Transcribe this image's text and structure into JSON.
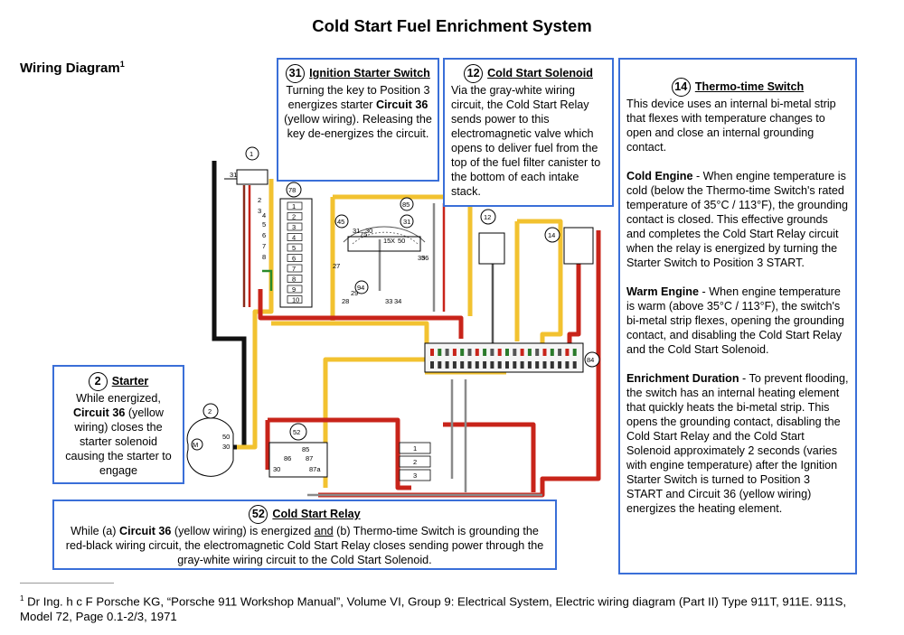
{
  "title": "Cold Start Fuel Enrichment System",
  "subtitle": "Wiring Diagram",
  "subtitle_ref": "1",
  "ignition": {
    "num": "31",
    "heading": "Ignition Starter Switch",
    "t1": "Turning the key to Position 3 energizes starter ",
    "b1": "Circuit 36",
    "t2": " (yellow wiring). Releasing the key de-energizes the circuit."
  },
  "solenoid": {
    "num": "12",
    "heading": "Cold Start Solenoid",
    "text": "Via the gray-white wiring circuit, the Cold Start Relay sends power to this electromagnetic valve which opens to deliver fuel from the top of the fuel filter canister to the bottom of each intake stack."
  },
  "thermo": {
    "num": "14",
    "heading": "Thermo-time Switch",
    "intro": "This device uses an internal bi-metal strip that flexes with temperature changes to open and close an internal grounding contact.",
    "cold_head": "Cold Engine",
    "cold_text": " - When engine temperature is cold (below the Thermo-time Switch's rated temperature of 35°C / 113°F), the grounding contact is closed. This effective grounds and completes the Cold Start Relay circuit when the relay is energized by turning the Starter Switch to Position 3 START.",
    "warm_head": "Warm Engine",
    "warm_text": " - When engine temperature is warm (above 35°C / 113°F), the switch's bi-metal strip flexes, opening the grounding contact, and disabling the Cold Start Relay and the Cold Start Solenoid.",
    "dur_head": "Enrichment Duration",
    "dur_text": " - To prevent flooding, the switch has an internal heating element that quickly heats the bi-metal strip. This opens the grounding contact, disabling the Cold Start Relay and the Cold Start Solenoid approximately 2 seconds (varies with engine temperature) after the Ignition Starter Switch is turned to Position 3 START and Circuit 36 (yellow wiring) energizes the heating element."
  },
  "starter": {
    "num": "2",
    "heading": "Starter",
    "t1": "While energized, ",
    "b1": "Circuit 36",
    "t2": " (yellow wiring) closes the starter solenoid causing the starter to engage"
  },
  "relay": {
    "num": "52",
    "heading": "Cold Start Relay",
    "t1": "While (a) ",
    "b1": "Circuit 36",
    "t2": " (yellow wiring) is energized ",
    "and": "and",
    "t3": " (b) Thermo-time Switch is grounding the red-black wiring circuit, the electromagnetic Cold Start Relay closes sending power through the gray-white wiring circuit to the Cold Start Solenoid."
  },
  "footnote": {
    "ref": "1",
    "text": " Dr Ing. h c F Porsche KG, “Porsche 911 Workshop Manual”, Volume VI, Group 9: Electrical System, Electric wiring diagram (Part II) Type 911T, 911E. 911S, Model 72, Page 0.1-2/3, 1971"
  },
  "diagram": {
    "c1": "1",
    "c2": "2",
    "c12": "12",
    "c14": "14",
    "c31": "31",
    "c45": "45",
    "c52": "52",
    "c78": "78",
    "c84": "84",
    "c85": "85",
    "c94": "94",
    "fuse_rows": [
      "1",
      "2",
      "3",
      "4",
      "5",
      "6",
      "7",
      "8",
      "9",
      "10"
    ],
    "relay_pins": [
      "86",
      "85",
      "87",
      "30",
      "87a"
    ],
    "relay_blocks": [
      "1",
      "2",
      "3"
    ],
    "starter_terms": [
      "50",
      "30",
      "M"
    ],
    "misc": [
      "31",
      "75",
      "30",
      "15",
      "X",
      "50",
      "35",
      "36",
      "27",
      "28",
      "29",
      "33",
      "34",
      "2",
      "3",
      "4",
      "5",
      "6",
      "7",
      "8",
      "C",
      "W"
    ],
    "colors": {
      "yellow": "#f2c230",
      "red": "#c8241a",
      "black": "#111111",
      "gray": "#8a8a8a",
      "box": "#3a6fd8"
    }
  }
}
